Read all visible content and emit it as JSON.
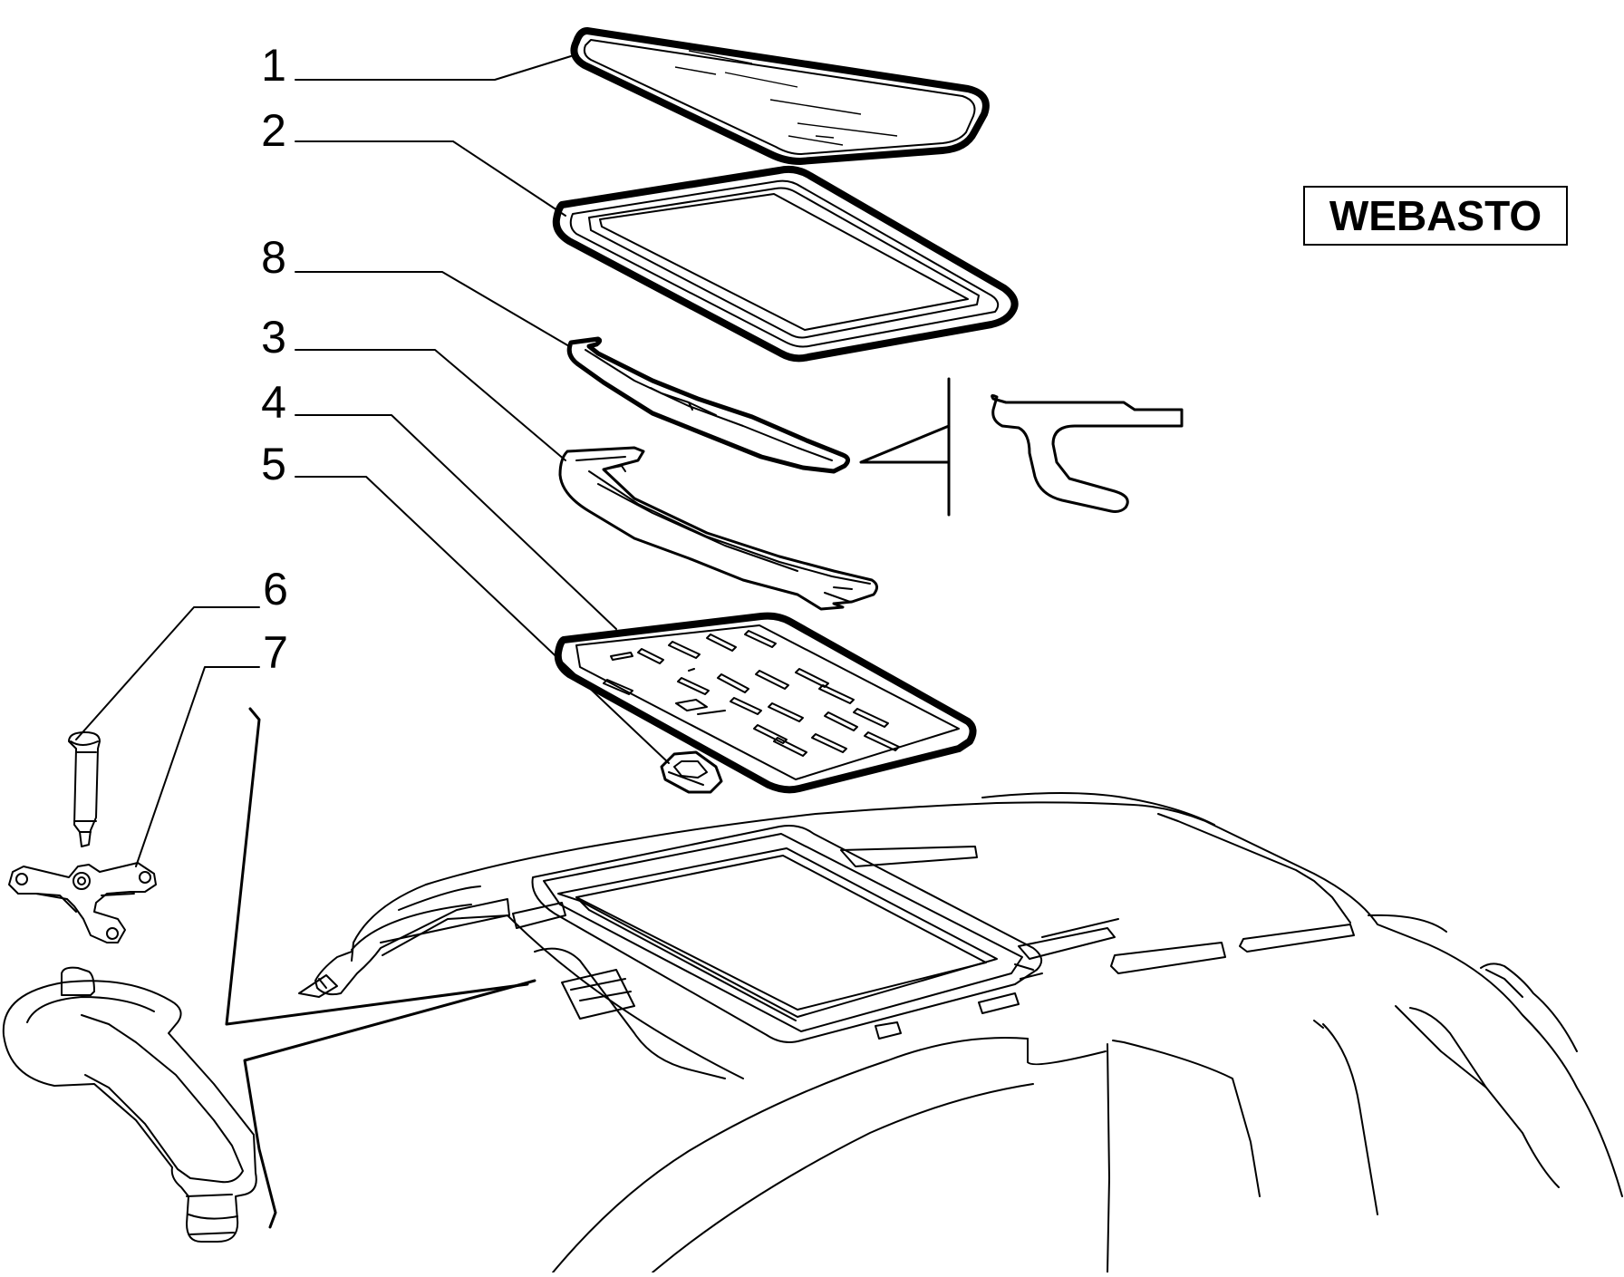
{
  "diagram": {
    "brand_label": "WEBASTO",
    "callouts": [
      {
        "id": "1",
        "label": "1"
      },
      {
        "id": "2",
        "label": "2"
      },
      {
        "id": "8",
        "label": "8"
      },
      {
        "id": "3",
        "label": "3"
      },
      {
        "id": "4",
        "label": "4"
      },
      {
        "id": "5",
        "label": "5"
      },
      {
        "id": "6",
        "label": "6"
      },
      {
        "id": "7",
        "label": "7"
      }
    ]
  }
}
